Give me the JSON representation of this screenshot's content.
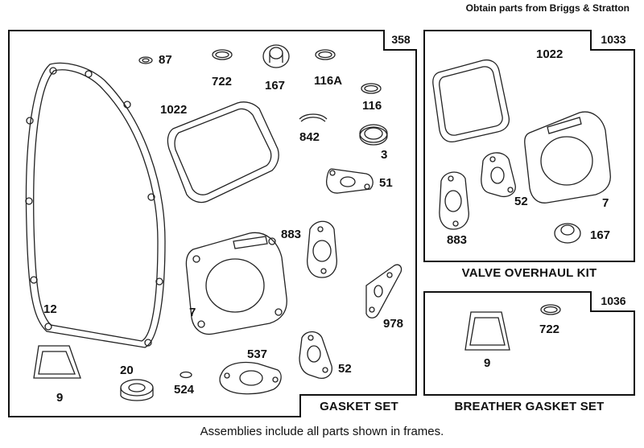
{
  "header": {
    "text": "Obtain parts from Briggs & Stratton"
  },
  "footer": {
    "text": "Assemblies include all parts shown in frames."
  },
  "kits": {
    "gasket_set": {
      "number": "358",
      "label": "GASKET SET"
    },
    "valve_overhaul": {
      "number": "1033",
      "label": "VALVE OVERHAUL KIT"
    },
    "breather_gasket": {
      "number": "1036",
      "label": "BREATHER GASKET SET"
    }
  },
  "parts": {
    "gasket_set": [
      "87",
      "722",
      "167",
      "116A",
      "116",
      "1022",
      "842",
      "3",
      "51",
      "883",
      "12",
      "7",
      "978",
      "537",
      "52",
      "20",
      "524",
      "9"
    ],
    "valve_overhaul": [
      "1022",
      "52",
      "7",
      "883",
      "167"
    ],
    "breather_gasket": [
      "9",
      "722"
    ]
  }
}
